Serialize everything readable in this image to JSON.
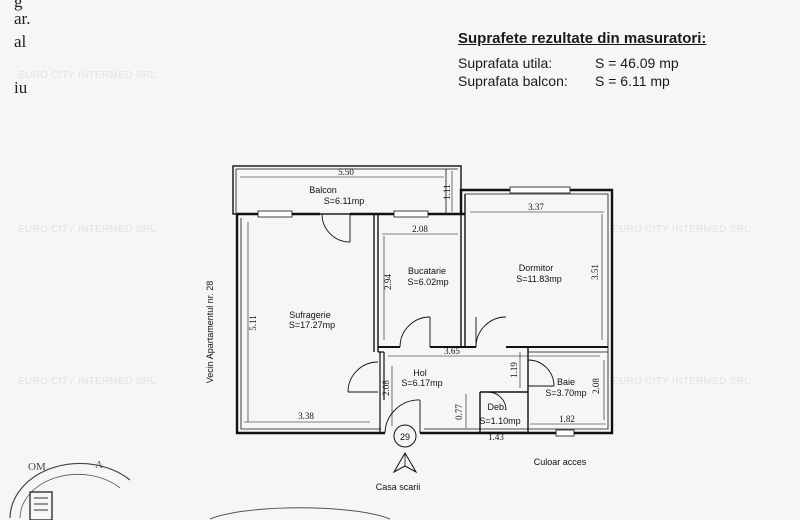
{
  "margin_fragments": [
    "g",
    "ar.",
    "al",
    "iu"
  ],
  "watermark": "EURO CITY INTERMED SRL",
  "summary": {
    "title": "Suprafete rezultate din masuratori:",
    "rows": [
      {
        "label": "Suprafata utila:",
        "value": "S = 46.09 mp"
      },
      {
        "label": "Suprafata balcon:",
        "value": "S = 6.11 mp"
      }
    ]
  },
  "rooms": {
    "balcon": {
      "name": "Balcon",
      "area": "S=6.11mp"
    },
    "sufragerie": {
      "name": "Sufragerie",
      "area": "S=17.27mp"
    },
    "bucatarie": {
      "name": "Bucatarie",
      "area": "S=6.02mp"
    },
    "dormitor": {
      "name": "Dormitor",
      "area": "S=11.83mp"
    },
    "hol": {
      "name": "Hol",
      "area": "S=6.17mp"
    },
    "deb": {
      "name": "Deb.",
      "area": "S=1.10mp"
    },
    "baie": {
      "name": "Baie",
      "area": "S=3.70mp"
    }
  },
  "dimensions": {
    "balcon_width": "5.50",
    "balcon_depth": "1.11",
    "sufragerie_height": "5.11",
    "sufragerie_width": "3.38",
    "bucatarie_width": "2.08",
    "bucatarie_height": "2.94",
    "dormitor_width": "3.37",
    "dormitor_height": "3.51",
    "hol_width": "3.65",
    "hol_height": "2.08",
    "deb_width": "1.43",
    "deb_height": "0.77",
    "baie_depth": "1.19",
    "baie_width": "1.82",
    "baie_height": "2.08"
  },
  "labels": {
    "neighbor": "Vecin Apartamentul nr. 28",
    "apartment_number": "29",
    "stairs": "Casa scarii",
    "access": "Culoar acces"
  }
}
